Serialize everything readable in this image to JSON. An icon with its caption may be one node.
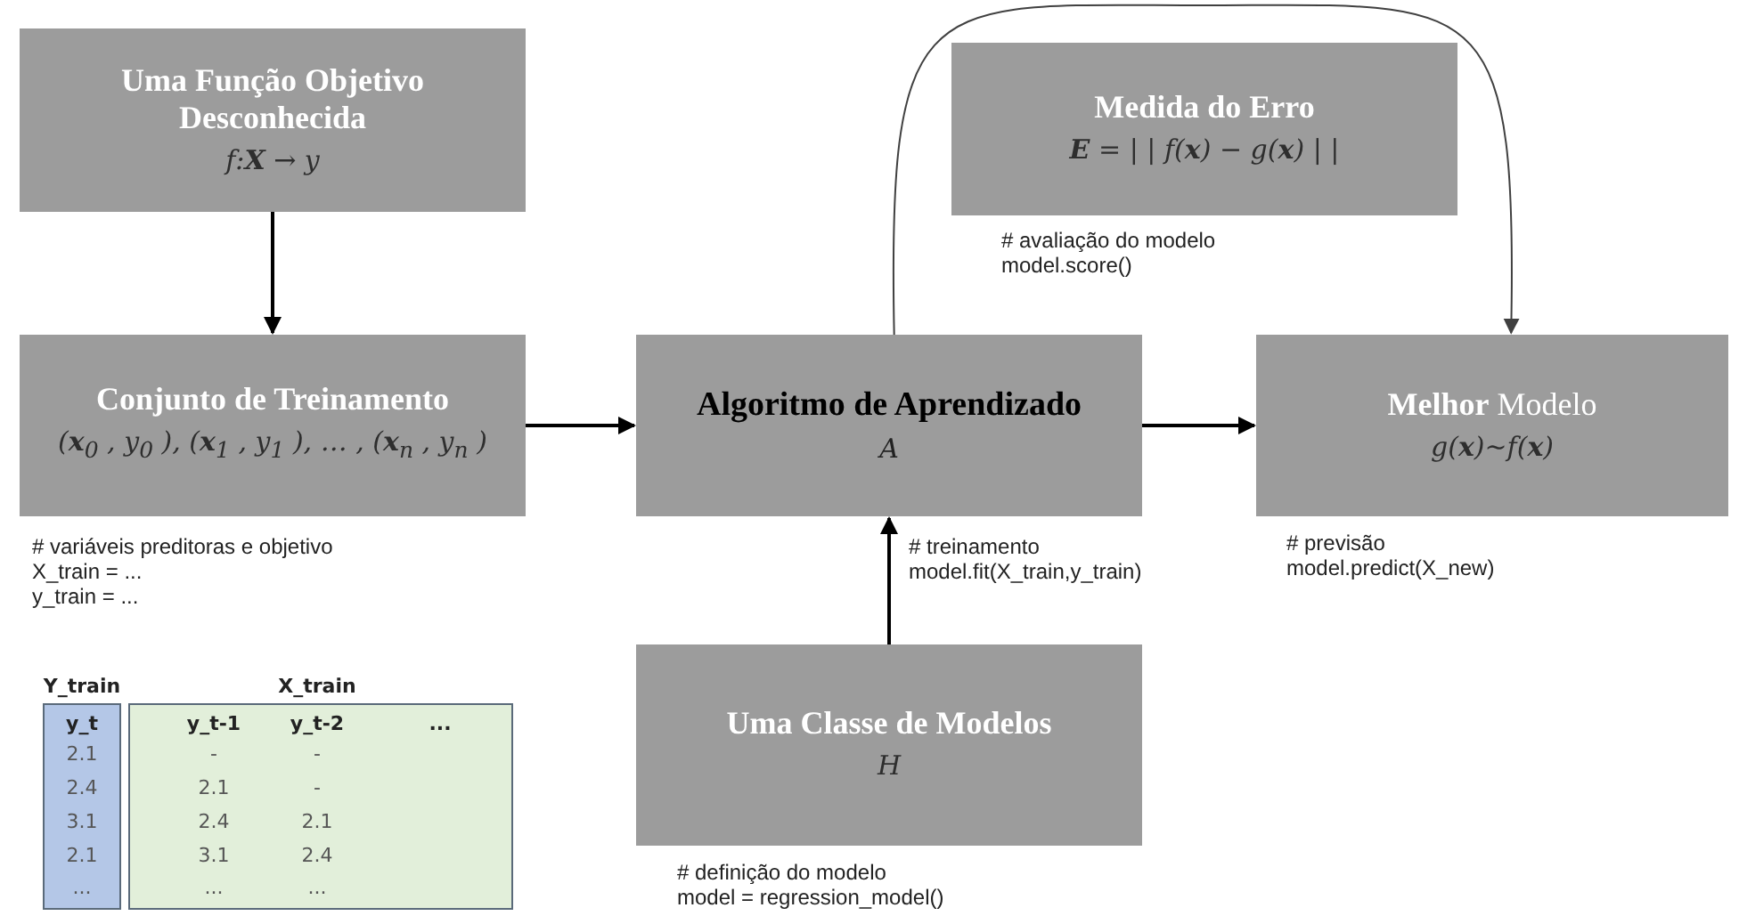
{
  "diagram": {
    "nodes": [
      {
        "text": [
          "Uma Função Objetivo Desconhecida",
          "f:**X** → y"
        ]
      },
      {
        "text": [
          "Conjunto de Treinamento",
          "(**x**$_{0}$ , y$_{0}$ ), (**x**$_{1}$ , y$_{1}$ ), … , (**x**$_{n}$ , y$_{n}$ )"
        ],
        "beside": [
          "# variáveis preditoras e objetivo",
          "X_train = ...",
          "y_train = ..."
        ]
      },
      {
        "text": [
          "Algoritmo de Aprendizado",
          "A"
        ],
        "beside": [
          "# treinamento",
          "model.fit(X_train,y_train)"
        ]
      },
      {
        "text": [
          "Medida do Erro",
          "**E** = | | f(**x**) − g(**x**) | |"
        ],
        "beside": [
          "# avaliação do modelo",
          "model.score()"
        ]
      },
      {
        "text": [
          "**Melhor** Modelo",
          "g(**x**)~f(**x**)"
        ],
        "beside": [
          "# previsão",
          "model.predict(X_new)"
        ]
      },
      {
        "text": [
          "Uma Classe de Modelos",
          "H"
        ],
        "beside": [
          "# definição do modelo",
          "model = regression_model()"
        ]
      }
    ],
    "edges": [
      {
        "from": 0,
        "to": 1,
        "arrow": "to"
      },
      {
        "from": 1,
        "to": 2,
        "arrow": "to"
      },
      {
        "from": 2,
        "to": 4,
        "arrow": "to"
      },
      {
        "from": 5,
        "to": 2,
        "arrow": "to"
      },
      {
        "from": 2,
        "to": 4,
        "arrow": "to",
        "color": "#404040"
      }
    ],
    "labels": [
      "Y_train",
      "X_train",
      "y_t",
      "y_t-1",
      "y_t-2",
      "...",
      "2.1",
      "-",
      "-",
      "2.4",
      "2.1",
      "-",
      "3.1",
      "2.4",
      "2.1",
      "2.1",
      "3.1",
      "2.4",
      "...",
      "...",
      "..."
    ]
  }
}
